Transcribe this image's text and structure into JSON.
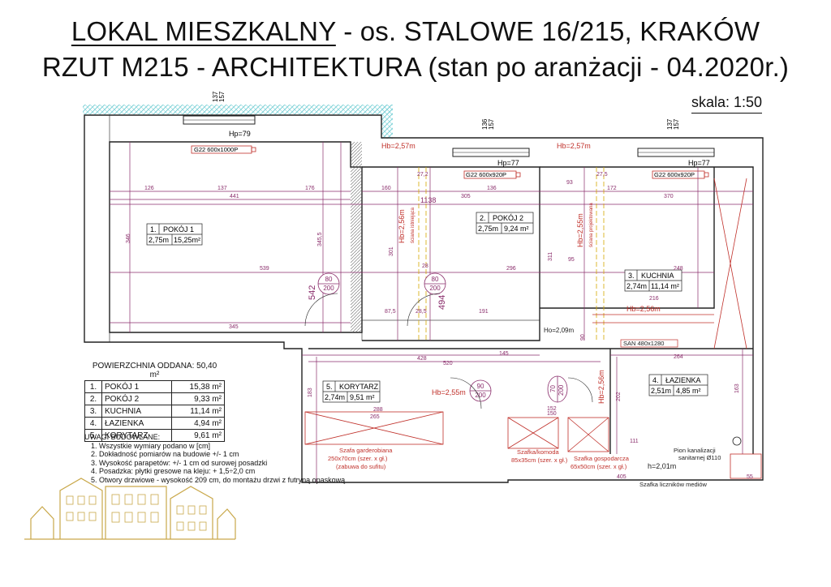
{
  "header": {
    "title_line1_underlined": "LOKAL MIESZKALNY",
    "title_line1_rest": " - os. STALOWE 16/215, KRAKÓW",
    "title_line2": "RZUT  M215 - ARCHITEKTURA (stan po aranżacji - 04.2020r.)",
    "scale": "skala: 1:50"
  },
  "rooms": [
    {
      "num": "1.",
      "name": "POKÓJ 1",
      "height": "2,75m",
      "area": "15,25m²"
    },
    {
      "num": "2.",
      "name": "POKÓJ 2",
      "height": "2,75m",
      "area": "9,24 m²"
    },
    {
      "num": "3.",
      "name": "KUCHNIA",
      "height": "2,74m",
      "area": "11,14 m²"
    },
    {
      "num": "4.",
      "name": "ŁAZIENKA",
      "height": "2,51m",
      "area": "4,85 m²"
    },
    {
      "num": "5.",
      "name": "KORYTARZ",
      "height": "2,74m",
      "area": "9,51 m²"
    }
  ],
  "area_table": {
    "header": "POWIERZCHNIA ODDANA: 50,40 m²",
    "rows": [
      {
        "num": "1.",
        "name": "POKÓJ 1",
        "area": "15,38 m²"
      },
      {
        "num": "2.",
        "name": "POKÓJ 2",
        "area": "9,33 m²"
      },
      {
        "num": "3.",
        "name": "KUCHNIA",
        "area": "11,14 m²"
      },
      {
        "num": "4.",
        "name": "ŁAZIENKA",
        "area": "4,94 m²"
      },
      {
        "num": "5.",
        "name": "KORYTARZ",
        "area": "9,61 m²"
      }
    ]
  },
  "notes": {
    "title": "UWAGI BUDOWLANE:",
    "items": [
      "Wszystkie wymiary podano w [cm]",
      "Dokładność pomiarów na budowie +/- 1 cm",
      "Wysokość parapetów: +/- 1 cm od surowej posadzki",
      "Posadzka: płytki gresowe na kleju: + 1,5÷2,0 cm",
      "Otwory drzwiowe - wysokość 209 cm, do montażu drzwi z futryną opaskową"
    ]
  },
  "windows": [
    {
      "hp": "Hp=79",
      "top_dim": "137",
      "bottom_dim": "157"
    },
    {
      "hp": "Hp=77",
      "top_dim": "136",
      "bottom_dim": "157"
    },
    {
      "hp": "Hp=77",
      "top_dim": "137",
      "bottom_dim": "157"
    }
  ],
  "radiators": [
    "G22 600x1000P",
    "G22 600x920P",
    "G22 600x920P"
  ],
  "beam_heights": [
    "Hb=2,57m",
    "Hb=2,57m",
    "Hb=2,56m",
    "Hb=2,55m",
    "Hb=2,56m",
    "Hb=2,55m",
    "Hb=2,56m"
  ],
  "wall_labels": [
    "ściana istniejąca",
    "ściana projektowana"
  ],
  "doors": [
    {
      "w": "80",
      "h": "200"
    },
    {
      "w": "80",
      "h": "200"
    },
    {
      "w": "90",
      "h": "200"
    },
    {
      "w": "70",
      "h": "200"
    }
  ],
  "dimensions": {
    "row1": [
      "126",
      "137",
      "176",
      "160",
      "136",
      "93",
      "172",
      "370"
    ],
    "total_441": "441",
    "total_1138": "1138",
    "d305": "305",
    "d539": "539",
    "d296": "296",
    "d248": "248",
    "d346": "346",
    "d3455": "345,5",
    "d345": "345",
    "d542": "542",
    "d494": "494",
    "d301": "301",
    "d311": "311",
    "d95": "95",
    "d216": "216",
    "d428": "428",
    "d520": "520",
    "d145": "145",
    "d264": "264",
    "d288": "288",
    "d111": "111",
    "d405": "405",
    "d55": "55",
    "d90": "90",
    "d28": "28",
    "d27": "27,2",
    "d275": "27,5",
    "d875": "87,5",
    "d285": "28,5",
    "d191": "191",
    "d183": "183",
    "d163": "163",
    "d202": "202",
    "d265": "265",
    "d152": "152",
    "d150": "150"
  },
  "annotations": {
    "ho": "Ho=2,09m",
    "san": "SAN 480x1280",
    "h201": "h=2,01m",
    "pion": "Pion kanalizacji",
    "pion2": "sanitarnej Ø110",
    "liczniki": "Szafka liczników mediów",
    "garderoba": "Szafa garderobiana",
    "garderoba2": "250x70cm (szer. x gł.)",
    "garderoba3": "(zabuwa do sufitu)",
    "komoda": "Szafka/komoda",
    "komoda2": "85x35cm (szer. x gł.)",
    "gospodarcza": "Szafka gospodarcza",
    "gospodarcza2": "65x50cm (szer. x gł.)"
  },
  "colors": {
    "wall": "#222222",
    "dimension": "#8a2d6b",
    "magenta": "#c0307a",
    "red": "#c0302a",
    "balcony": "#7fd2d8",
    "beam": "#d4a800",
    "logo": "#c9a84a"
  }
}
